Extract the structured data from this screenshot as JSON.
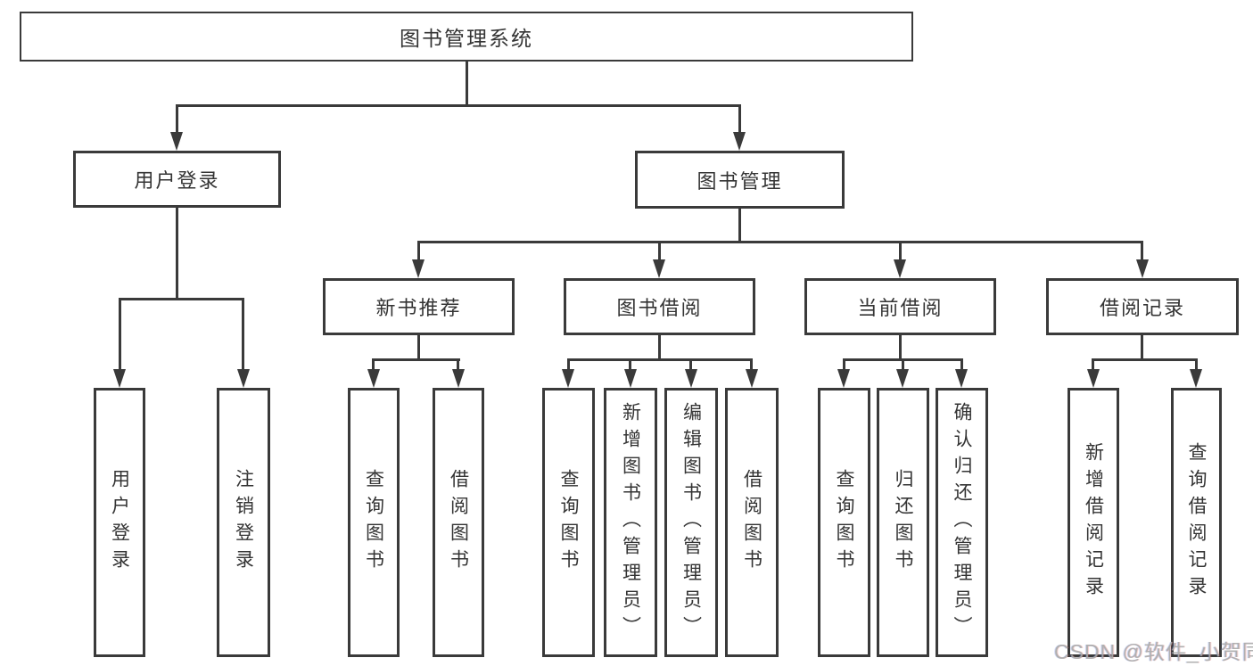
{
  "diagram": {
    "root": {
      "label": "图书管理系统"
    },
    "level2": [
      {
        "label": "用户登录"
      },
      {
        "label": "图书管理"
      }
    ],
    "level3": [
      {
        "label": "新书推荐",
        "parent": "图书管理"
      },
      {
        "label": "图书借阅",
        "parent": "图书管理"
      },
      {
        "label": "当前借阅",
        "parent": "图书管理"
      },
      {
        "label": "借阅记录",
        "parent": "图书管理"
      }
    ],
    "level4": [
      {
        "label": "用户登录",
        "parent": "用户登录"
      },
      {
        "label": "注销登录",
        "parent": "用户登录"
      },
      {
        "label": "查询图书",
        "parent": "新书推荐"
      },
      {
        "label": "借阅图书",
        "parent": "新书推荐"
      },
      {
        "label": "查询图书",
        "parent": "图书借阅"
      },
      {
        "label": "新增图书（管理员）",
        "parent": "图书借阅"
      },
      {
        "label": "编辑图书（管理员）",
        "parent": "图书借阅"
      },
      {
        "label": "借阅图书",
        "parent": "图书借阅"
      },
      {
        "label": "查询图书",
        "parent": "当前借阅"
      },
      {
        "label": "归还图书",
        "parent": "当前借阅"
      },
      {
        "label": "确认归还（管理员）",
        "parent": "当前借阅"
      },
      {
        "label": "新增借阅记录",
        "parent": "借阅记录"
      },
      {
        "label": "查询借阅记录",
        "parent": "借阅记录"
      }
    ],
    "watermark": "CSDN @软件_小贺同学",
    "colors": {
      "line": "#3a3a3a",
      "text": "#343434",
      "background": "#ffffff",
      "watermark": "#a8a8a8"
    }
  }
}
